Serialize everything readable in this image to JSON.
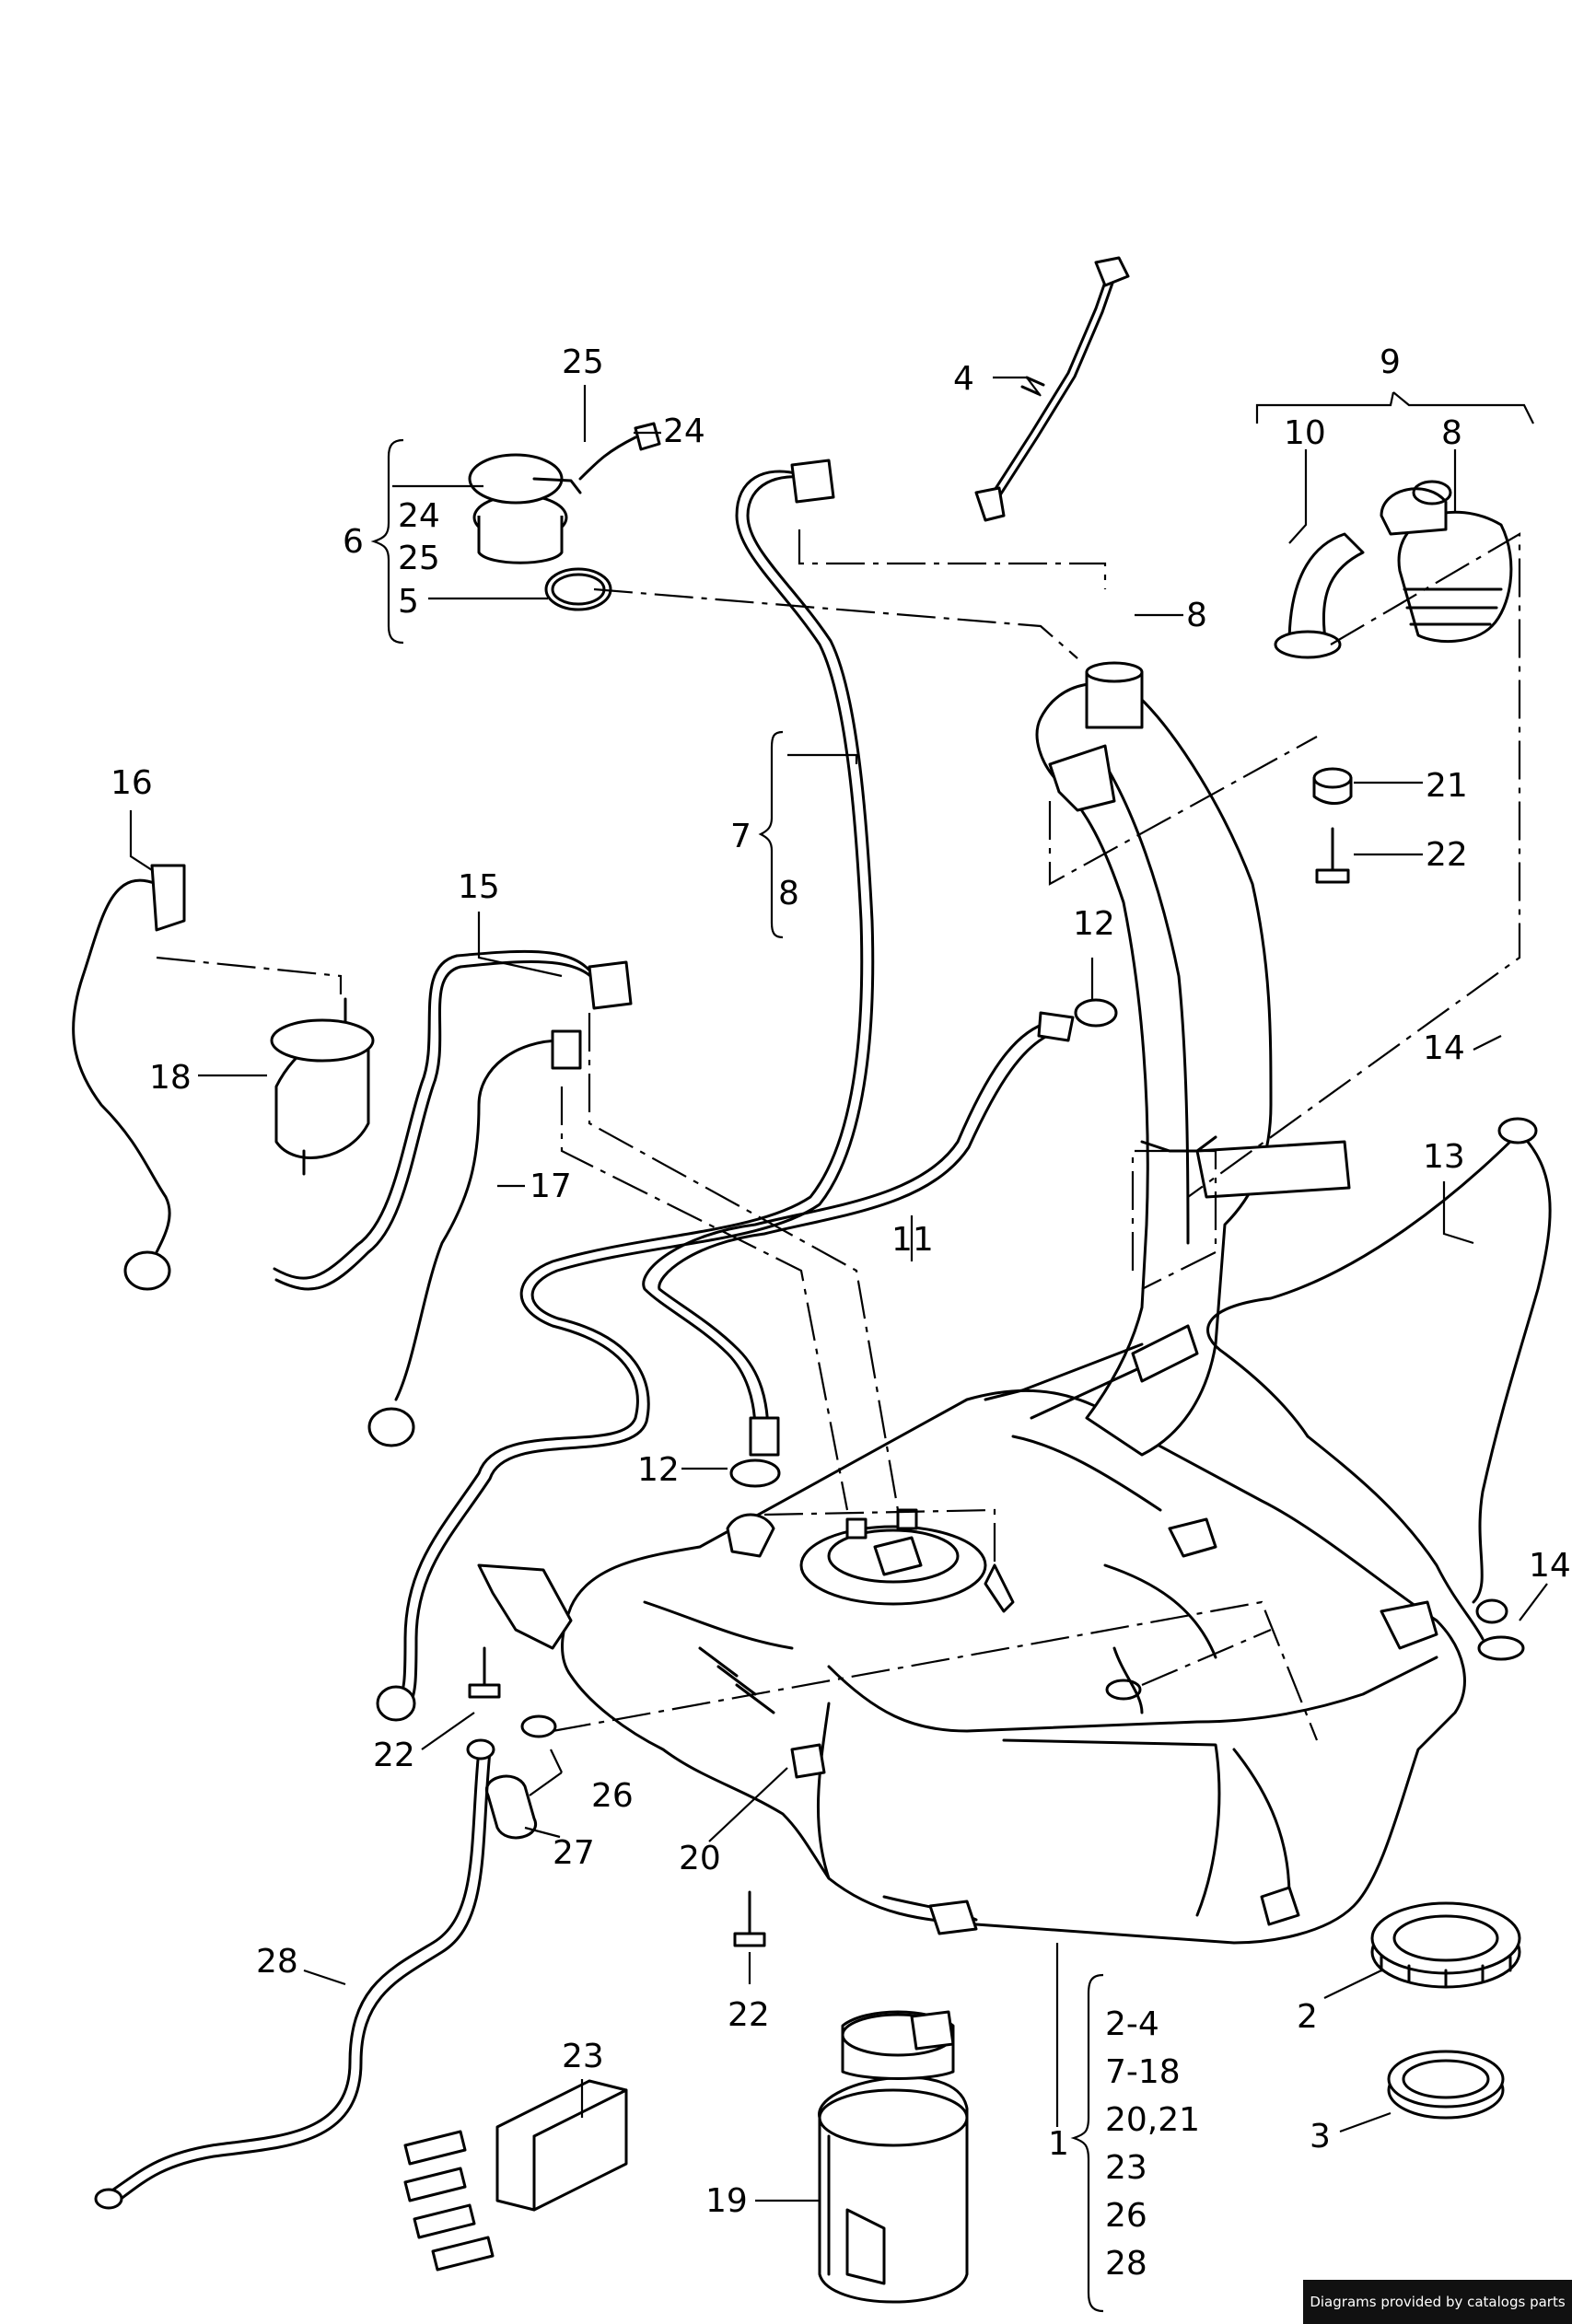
{
  "callouts": {
    "c1": "1",
    "c2": "2",
    "c3": "3",
    "c4": "4",
    "c5": "5",
    "c6": "6",
    "c7": "7",
    "c8a": "8",
    "c8b": "8",
    "c8c": "8",
    "c9": "9",
    "c10": "10",
    "c11": "11",
    "c12a": "12",
    "c12b": "12",
    "c13": "13",
    "c14a": "14",
    "c14b": "14",
    "c15": "15",
    "c16": "16",
    "c17": "17",
    "c18": "18",
    "c19": "19",
    "c20": "20",
    "c21": "21",
    "c22a": "22",
    "c22b": "22",
    "c22c": "22",
    "c23": "23",
    "c24a": "24",
    "c24b": "24",
    "c25a": "25",
    "c25b": "25",
    "c26": "26",
    "c27": "27",
    "c28": "28"
  },
  "group1": [
    "2-4",
    "7-18",
    "20,21",
    "23",
    "26",
    "28"
  ],
  "credit": "Diagrams provided by catalogs parts"
}
